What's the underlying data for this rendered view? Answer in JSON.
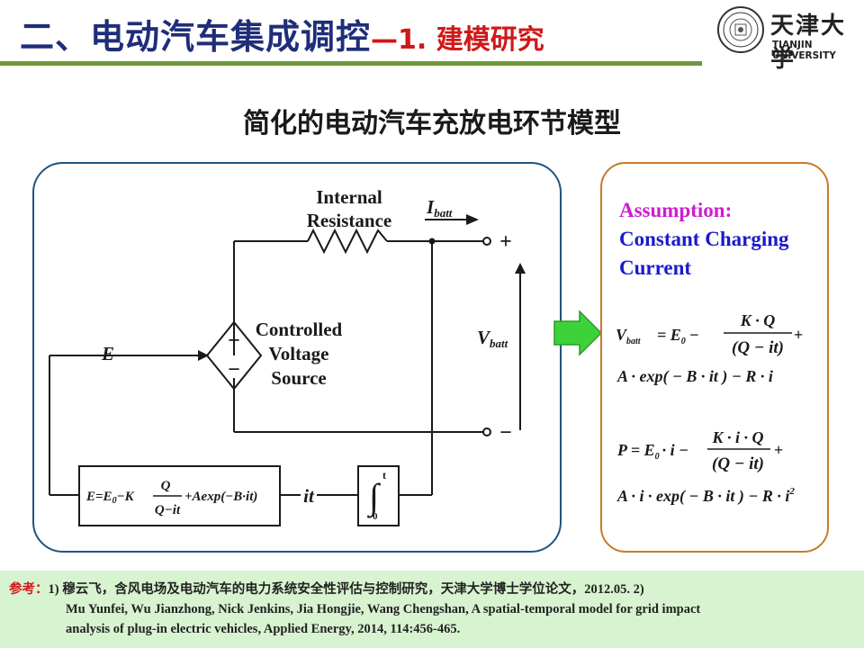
{
  "header": {
    "title_main": "二、电动汽车集成调控",
    "title_sub": "—1. 建模研究",
    "logo_cn": "天津大学",
    "logo_en": "TIANJIN UNIVERSITY",
    "accent_color": "#6b9a3a",
    "title_color": "#1f2e78",
    "sub_color": "#d01818"
  },
  "subtitle": "简化的电动汽车充放电环节模型",
  "circuit": {
    "internal_resistance_line1": "Internal",
    "internal_resistance_line2": "Resistance",
    "i_batt_main": "I",
    "i_batt_sub": "batt",
    "plus": "+",
    "minus": "−",
    "v_batt_main": "V",
    "v_batt_sub": "batt",
    "controlled_line1": "Controlled",
    "controlled_line2": "Voltage",
    "controlled_line3": "Source",
    "source_plus": "+",
    "source_minus": "−",
    "e_label": "E",
    "it_label": "it",
    "integral_upper": "t",
    "integral_lower": "0",
    "formula": {
      "lhs": "E=E",
      "lhs_sub": "0",
      "minus_k": "−K",
      "num": "Q",
      "den": "Q−it",
      "tail": "+Aexp(−B·it)"
    }
  },
  "assumption": {
    "label": "Assumption:",
    "line1": "Constant Charging",
    "line2": "Current"
  },
  "equations": {
    "vbatt": {
      "lhs": "V",
      "lhs_sub": "batt",
      "rhs": "= E",
      "rhs_sub": "0",
      "minus": "−",
      "num": "K · Q",
      "den": "(Q − it)",
      "plus": "+",
      "line2": "A · exp( − B · it ) − R · i"
    },
    "power": {
      "lhs": "P = E",
      "lhs_sub": "0",
      "mid": "· i −",
      "num": "K · i · Q",
      "den": "(Q − it)",
      "plus": "+",
      "line2": "A · i · exp( − B · it ) − R · i",
      "line2_sup": "2"
    }
  },
  "references": {
    "label": "参考：",
    "line1": "1) 穆云飞，含风电场及电动汽车的电力系统安全性评估与控制研究，天津大学博士学位论文，2012.05.  2)",
    "line2": "Mu Yunfei, Wu Jianzhong, Nick Jenkins, Jia Hongjie, Wang Chengshan, A spatial-temporal model for grid impact",
    "line3": "analysis of plug-in electric vehicles, Applied Energy, 2014, 114:456-465."
  }
}
